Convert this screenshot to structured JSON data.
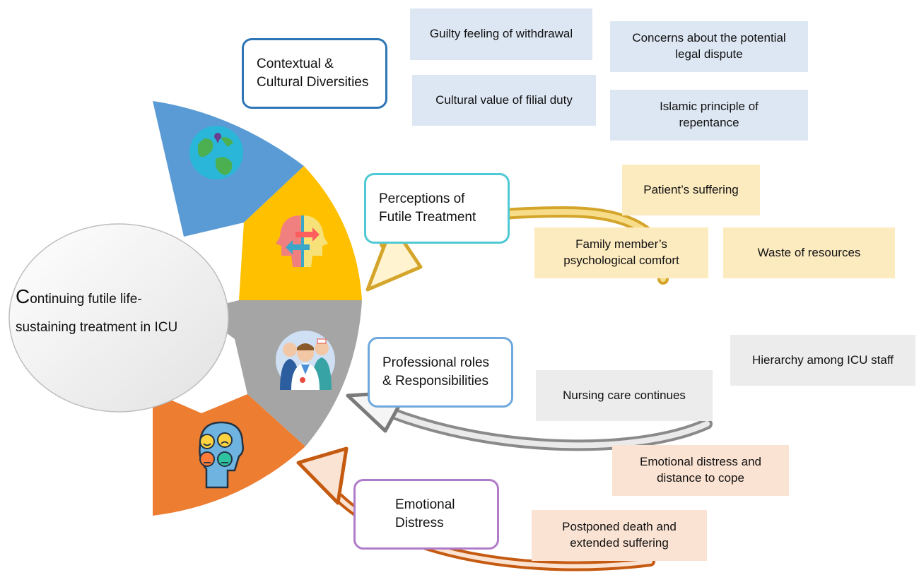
{
  "center": {
    "first_letter": "C",
    "line1_rest": "ontinuing futile life-",
    "line2": "sustaining treatment in ICU"
  },
  "categories": {
    "contextual": "Contextual & Cultural Diversities",
    "perceptions": "Perceptions of Futile Treatment",
    "professional": "Professional roles & Responsibilities",
    "emotional": "Emotional Distress"
  },
  "themes": {
    "guilty": "Guilty feeling of withdrawal",
    "legal": "Concerns about the potential legal dispute",
    "filial": "Cultural value of filial duty",
    "islamic": "Islamic principle of repentance",
    "suffering": "Patient’s suffering",
    "family": "Family member’s psychological comfort",
    "waste": "Waste of resources",
    "hierarchy": "Hierarchy among ICU staff",
    "nursing": "Nursing care continues",
    "distance": "Emotional distress and distance to cope",
    "postponed": "Postponed death and extended suffering"
  },
  "colors": {
    "contextual": "#5b9bd5",
    "perceptions": "#ffc000",
    "professional": "#a5a5a5",
    "emotional": "#ed7d31",
    "border_contextual": "#2e75b6",
    "border_perceptions": "#4fc9d4",
    "border_professional": "#6fa8dc",
    "border_emotional": "#b07cc9"
  },
  "icons": [
    "globe-icon",
    "head-exchange-icon",
    "medical-team-icon",
    "emotions-head-icon"
  ]
}
